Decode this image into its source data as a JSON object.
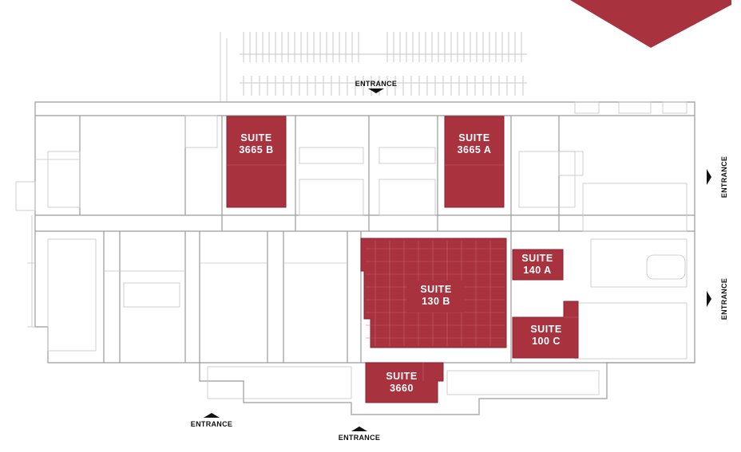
{
  "colors": {
    "accent": "#a8323e",
    "walls": "#9a9a9a",
    "background": "#ffffff"
  },
  "suites": [
    {
      "id": "3665b",
      "line1": "SUITE",
      "line2": "3665 B"
    },
    {
      "id": "3665a",
      "line1": "SUITE",
      "line2": "3665 A"
    },
    {
      "id": "130b",
      "line1": "SUITE",
      "line2": "130 B"
    },
    {
      "id": "140a",
      "line1": "SUITE",
      "line2": "140 A"
    },
    {
      "id": "100c",
      "line1": "SUITE",
      "line2": "100 C"
    },
    {
      "id": "3660",
      "line1": "SUITE",
      "line2": "3660"
    }
  ],
  "entrances": [
    {
      "id": "top",
      "label": "ENTRANCE"
    },
    {
      "id": "right-upper",
      "label": "ENTRANCE"
    },
    {
      "id": "right-lower",
      "label": "ENTRANCE"
    },
    {
      "id": "bottom-left",
      "label": "ENTRANCE"
    },
    {
      "id": "bottom-center",
      "label": "ENTRANCE"
    }
  ]
}
